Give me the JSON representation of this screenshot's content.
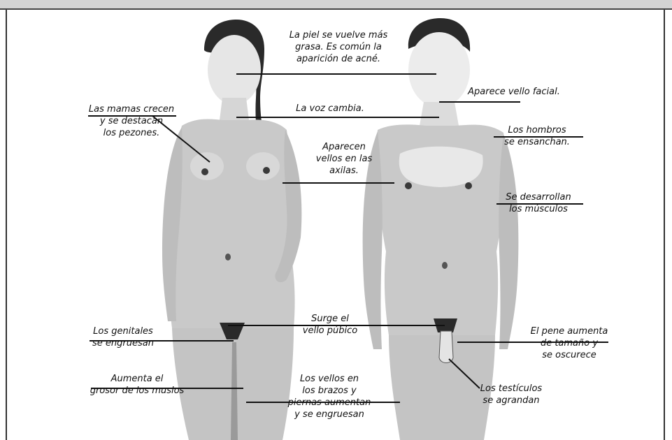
{
  "labels": {
    "skin": [
      "La piel se vuelve más",
      "grasa. Es común la",
      "aparición de acné."
    ],
    "facial_hair": [
      "Aparece vello facial."
    ],
    "voice": [
      "La voz cambia."
    ],
    "breasts": [
      "Las mamas crecen",
      "y se destacan",
      "los pezones."
    ],
    "shoulders": [
      "Los hombros",
      "se ensanchan."
    ],
    "armpit_hair": [
      "Aparecen",
      "vellos en las",
      "axilas."
    ],
    "muscles": [
      "Se desarrollan",
      "los músculos"
    ],
    "pubic_hair": [
      "Surge el",
      "vello púbico"
    ],
    "genitals": [
      "Los genitales",
      "se engruesan"
    ],
    "penis": [
      "El pene aumenta",
      "de tamaño y",
      "se oscurece"
    ],
    "thighs": [
      "Aumenta el",
      "grosor de los muslos"
    ],
    "limb_hair": [
      "Los vellos en",
      "los brazos y",
      "piernas aumentan",
      "y se engruesan"
    ],
    "testicles": [
      "Los testículos",
      "se agrandan"
    ]
  },
  "colors": {
    "body": "#c9c9c9",
    "body_light": "#e6e6e6",
    "body_dark": "#9a9a9a",
    "hair": "#2a2a2a",
    "line": "#111111"
  }
}
